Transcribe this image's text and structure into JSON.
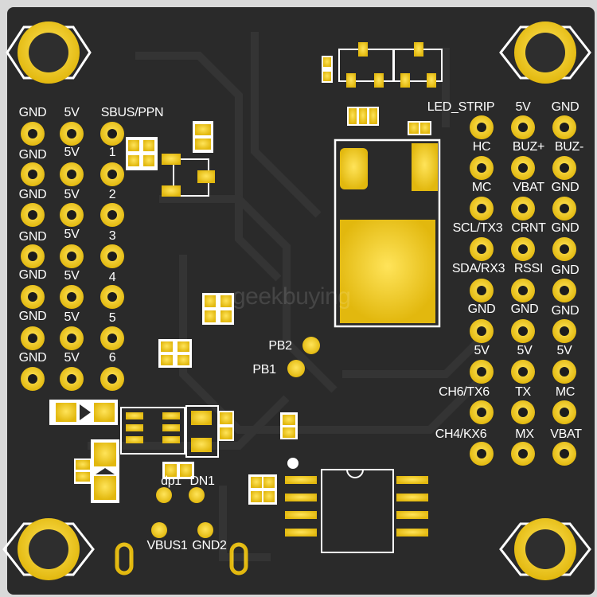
{
  "board": {
    "header_left": {
      "columns": [
        "GND",
        "5V",
        "SBUS/PPN"
      ],
      "rows": [
        [
          "GND",
          "5V",
          "1"
        ],
        [
          "GND",
          "5V",
          "2"
        ],
        [
          "GND",
          "5V",
          "3"
        ],
        [
          "GND",
          "5V",
          "4"
        ],
        [
          "GND",
          "5V",
          "5"
        ],
        [
          "GND",
          "5V",
          "6"
        ]
      ]
    },
    "header_right": {
      "columns": [
        "LED_STRIP",
        "5V",
        "GND"
      ],
      "rows": [
        [
          "HC",
          "BUZ+",
          "BUZ-"
        ],
        [
          "MC",
          "VBAT",
          "GND"
        ],
        [
          "SCL/TX3",
          "CRNT",
          "GND"
        ],
        [
          "SDA/RX3",
          "RSSI",
          "GND"
        ],
        [
          "GND",
          "GND",
          "GND"
        ],
        [
          "5V",
          "5V",
          "5V"
        ],
        [
          "CH6/TX6",
          "TX",
          "MC"
        ],
        [
          "CH4/KX6",
          "MX",
          "VBAT"
        ]
      ]
    },
    "pads": {
      "pb2": "PB2",
      "pb1": "PB1",
      "dp": "dp1",
      "dn": "DN1",
      "vbus": "VBUS1",
      "gnd2": "GND2"
    },
    "watermark": "geekbuying",
    "colors": {
      "pcb": "#2b2b2b",
      "pad_gold": "#f2d024",
      "silkscreen": "#ffffff",
      "background": "#d9d9d9"
    }
  }
}
